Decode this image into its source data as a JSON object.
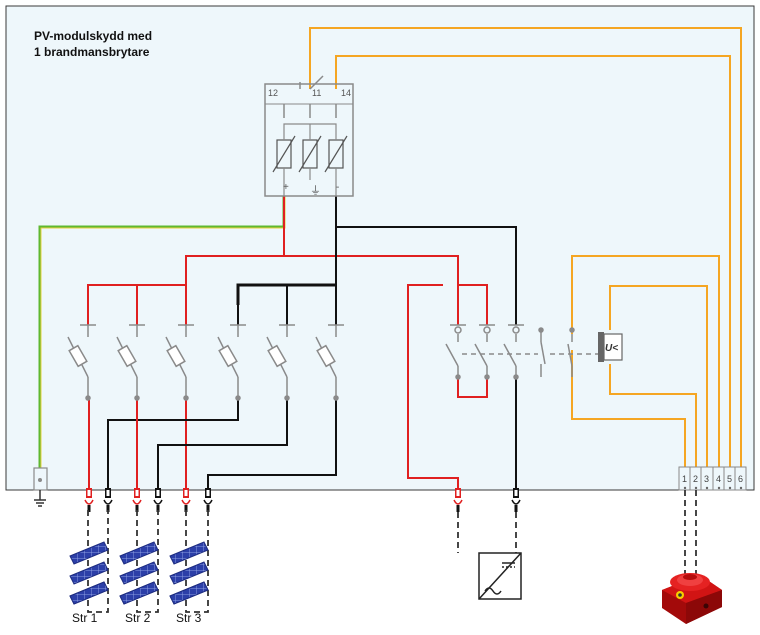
{
  "title": {
    "line1": "PV-modulskydd med",
    "line2": "1 brandmansbrytare"
  },
  "relay_terminals": [
    "12",
    "11",
    "14"
  ],
  "spd_terminals": [
    "+",
    "⏚",
    "-"
  ],
  "undervoltage_label": "U<",
  "terminal_block_numbers": [
    "1",
    "2",
    "3",
    "4",
    "5",
    "6"
  ],
  "strings": [
    {
      "label": "Str 1"
    },
    {
      "label": "Str 2"
    },
    {
      "label": "Str 3"
    }
  ],
  "colors": {
    "enclosure_fill": "#eef7fb",
    "enclosure_border": "#3a3a3a",
    "positive_wire": "#e02020",
    "negative_wire": "#111111",
    "ground_wire": "#5fb830",
    "control_wire": "#f5a623",
    "component_gray": "#8a8a8a"
  },
  "icons": [
    "ground-icon",
    "fuse-icon",
    "switch-icon",
    "inverter-icon",
    "fire-switch-icon",
    "solar-panel-icon",
    "varistor-icon"
  ]
}
